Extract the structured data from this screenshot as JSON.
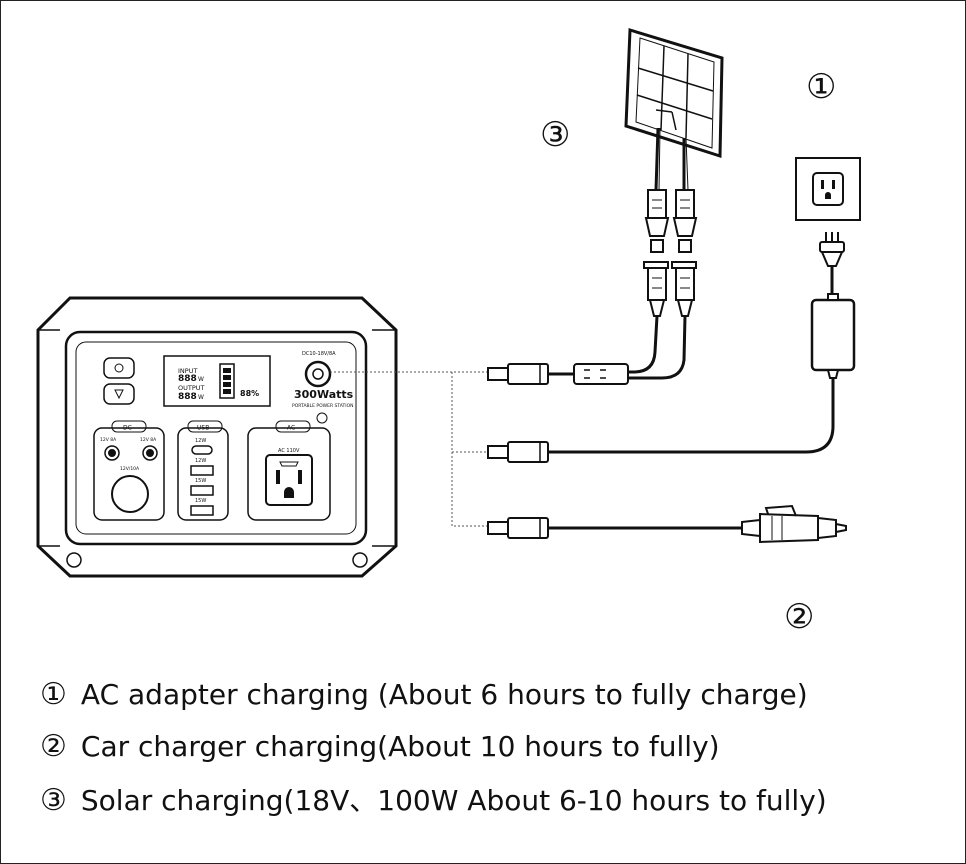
{
  "device": {
    "brand": "300Watts",
    "subtitle": "PORTABLE POWER STATION",
    "input_label": "INPUT",
    "output_label": "OUTPUT",
    "lcd_digits": "888",
    "lcd_unit": "W",
    "lcd_percent": "88%",
    "dc_input_label": "DC10-18V/8A",
    "dc_section": "DC",
    "usb_section": "USB",
    "ac_section": "AC",
    "dc_port_left": "12V 8A",
    "dc_port_right": "12V 8A",
    "car_port": "12V/10A",
    "usb_c_rating": "12W",
    "usb_a1_rating": "12W",
    "usb_a2_rating": "15W",
    "usb_a3_rating": "15W",
    "ac_rating": "AC 110V"
  },
  "markers": {
    "ac": "①",
    "car": "②",
    "solar": "③"
  },
  "captions": [
    {
      "num": "①",
      "text": "AC adapter charging (About 6 hours to fully charge)"
    },
    {
      "num": "②",
      "text": "Car charger charging(About 10 hours to fully)"
    },
    {
      "num": "③",
      "text": "Solar charging(18V、100W About 6-10 hours to fully)"
    }
  ]
}
